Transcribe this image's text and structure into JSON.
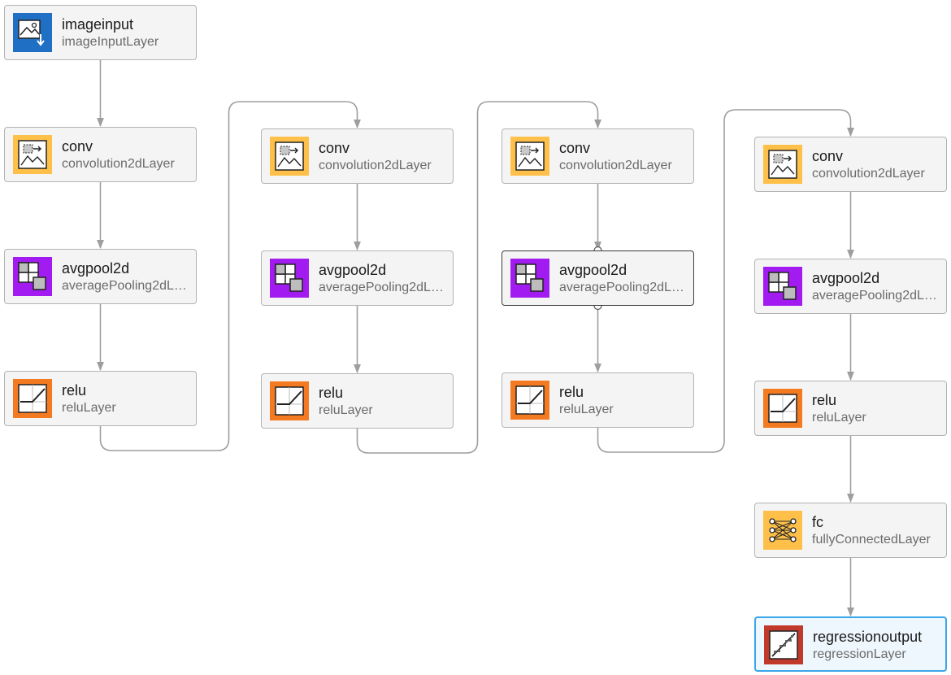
{
  "layers": [
    {
      "id": "n0",
      "name": "imageinput",
      "type": "imageInputLayer",
      "icon": "image-input-icon",
      "color": "#1f6fc5"
    },
    {
      "id": "n1",
      "name": "conv",
      "type": "convolution2dLayer",
      "icon": "convolution-icon",
      "color": "#ffc04a"
    },
    {
      "id": "n2",
      "name": "avgpool2d",
      "type": "averagePooling2dLayer",
      "icon": "average-pooling-icon",
      "color": "#a21cf2"
    },
    {
      "id": "n3",
      "name": "relu",
      "type": "reluLayer",
      "icon": "relu-icon",
      "color": "#f47a22"
    },
    {
      "id": "n4",
      "name": "conv",
      "type": "convolution2dLayer",
      "icon": "convolution-icon",
      "color": "#ffc04a"
    },
    {
      "id": "n5",
      "name": "avgpool2d",
      "type": "averagePooling2dLayer",
      "icon": "average-pooling-icon",
      "color": "#a21cf2"
    },
    {
      "id": "n6",
      "name": "relu",
      "type": "reluLayer",
      "icon": "relu-icon",
      "color": "#f47a22"
    },
    {
      "id": "n7",
      "name": "conv",
      "type": "convolution2dLayer",
      "icon": "convolution-icon",
      "color": "#ffc04a"
    },
    {
      "id": "n8",
      "name": "avgpool2d",
      "type": "averagePooling2dLayer",
      "icon": "average-pooling-icon",
      "color": "#a21cf2",
      "state": "active"
    },
    {
      "id": "n9",
      "name": "relu",
      "type": "reluLayer",
      "icon": "relu-icon",
      "color": "#f47a22"
    },
    {
      "id": "n10",
      "name": "conv",
      "type": "convolution2dLayer",
      "icon": "convolution-icon",
      "color": "#ffc04a"
    },
    {
      "id": "n11",
      "name": "avgpool2d",
      "type": "averagePooling2dLayer",
      "icon": "average-pooling-icon",
      "color": "#a21cf2"
    },
    {
      "id": "n12",
      "name": "relu",
      "type": "reluLayer",
      "icon": "relu-icon",
      "color": "#f47a22"
    },
    {
      "id": "n13",
      "name": "fc",
      "type": "fullyConnectedLayer",
      "icon": "fully-connected-icon",
      "color": "#ffc04a"
    },
    {
      "id": "n14",
      "name": "regressionoutput",
      "type": "regressionLayer",
      "icon": "regression-output-icon",
      "color": "#c0392b",
      "state": "selected"
    }
  ],
  "connections": [
    [
      "n0",
      "n1"
    ],
    [
      "n1",
      "n2"
    ],
    [
      "n2",
      "n3"
    ],
    [
      "n3",
      "n4"
    ],
    [
      "n4",
      "n5"
    ],
    [
      "n5",
      "n6"
    ],
    [
      "n6",
      "n7"
    ],
    [
      "n7",
      "n8"
    ],
    [
      "n8",
      "n9"
    ],
    [
      "n9",
      "n10"
    ],
    [
      "n10",
      "n11"
    ],
    [
      "n11",
      "n12"
    ],
    [
      "n12",
      "n13"
    ],
    [
      "n13",
      "n14"
    ]
  ],
  "colors": {
    "edge": "#9e9e9e",
    "selected_border": "#3aa6e8"
  }
}
